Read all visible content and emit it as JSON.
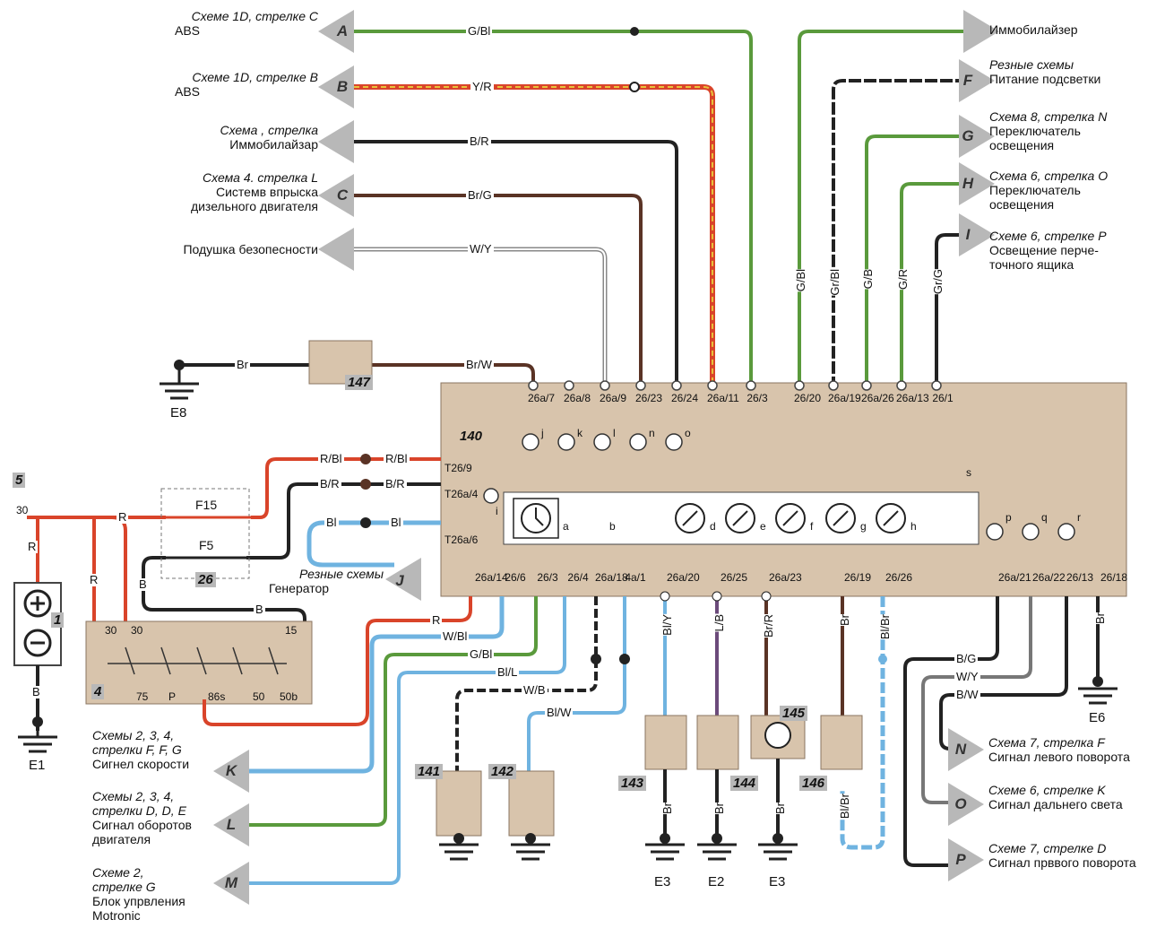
{
  "left_labels": [
    {
      "id": "A",
      "italic": "Схеме 1D, стрелке C",
      "text": "ABS"
    },
    {
      "id": "B",
      "italic": "Схеме 1D, стрелке B",
      "text": "ABS"
    },
    {
      "id": "imm_l",
      "italic": "Схема , стрелка",
      "text": "Иммобилайзар"
    },
    {
      "id": "C",
      "italic": "Схема 4. стрелка L",
      "text": "Системв впрыска",
      "text2": "дизельного двигателя"
    },
    {
      "id": "airbag",
      "italic": "",
      "text": "Подушка безопесности"
    }
  ],
  "right_labels": [
    {
      "id": "imm_r",
      "italic": "",
      "text": "Иммобилайзер"
    },
    {
      "id": "F",
      "italic": "Резные схемы",
      "text": "Питание подсветки"
    },
    {
      "id": "G",
      "italic": "Схема 8, стрелка N",
      "text": "Переключатель",
      "text2": "освещения"
    },
    {
      "id": "H",
      "italic": "Схема 6, стрелка O",
      "text": "Переключатель",
      "text2": "освещения"
    },
    {
      "id": "I",
      "italic": "Схеме 6, стрелке P",
      "text": "Освещение перче-",
      "text2": "точного ящика"
    },
    {
      "id": "N",
      "italic": "Схема 7, стрелка F",
      "text": "Сигнал левого поворота"
    },
    {
      "id": "O",
      "italic": "Схеме 6, стрелке K",
      "text": "Сигнал дальнего света"
    },
    {
      "id": "P",
      "italic": "Схеме 7, стрелке D",
      "text": "Сигнал прввого поворота"
    }
  ],
  "bottom_left_labels": [
    {
      "id": "K",
      "italic": "Схемы 2, 3, 4,",
      "italic2": "стрелки F, F, G",
      "text": "Сигнел скорости"
    },
    {
      "id": "L",
      "italic": "Схемы 2, 3, 4,",
      "italic2": "стрелки D, D, E",
      "text": "Сигнал оборотов",
      "text2": "двигателя"
    },
    {
      "id": "M",
      "italic": "Схеме 2,",
      "italic2": "стрелке G",
      "text": "Блок упрвления",
      "text2": "Motronic"
    }
  ],
  "gen_label": {
    "italic": "Резные схемы",
    "text": "Генератор",
    "letter": "J"
  },
  "arrow_letters": {
    "A": "A",
    "B": "B",
    "C": "C",
    "F": "F",
    "G": "G",
    "H": "H",
    "I": "I",
    "N": "N",
    "O": "O",
    "P": "P",
    "K": "K",
    "L": "L",
    "M": "M"
  },
  "component_numbers": {
    "n140": "140",
    "n147": "147",
    "n5": "5",
    "n1": "1",
    "n4": "4",
    "n26": "26",
    "n141": "141",
    "n142": "142",
    "n143": "143",
    "n144": "144",
    "n145": "145",
    "n146": "146"
  },
  "grounds": {
    "E8": "E8",
    "E1": "E1",
    "E6": "E6",
    "E3a": "E3",
    "E2": "E2",
    "E3b": "E3"
  },
  "wire_labels": {
    "gbl_top": "G/Bl",
    "yr_top": "Y/R",
    "br_top": "B/R",
    "brg_top": "Br/G",
    "wy_top": "W/Y",
    "br_e8": "Br",
    "brw": "Br/W",
    "rbl1": "R/Bl",
    "rbl2": "R/Bl",
    "br1": "B/R",
    "br2": "B/R",
    "bl1": "Bl",
    "bl2": "Bl",
    "r_top": "R",
    "r_left": "R",
    "r_left2": "R",
    "b_fuse": "B",
    "b_bat": "B",
    "b_mid": "B",
    "r_bot": "R",
    "wbl": "W/Bl",
    "gbl_bot": "G/Bl",
    "bll": "Bl/L",
    "wb": "W/B",
    "blw": "Bl/W",
    "bly": "Bl/Y",
    "lb": "L/B",
    "brr": "Br/R",
    "br_146": "Br",
    "blbr": "Bl/Br",
    "blbr2": "Bl/Br",
    "br_143": "Br",
    "br_144": "Br",
    "br_145": "Br",
    "bg": "B/G",
    "wy2": "W/Y",
    "bw": "B/W",
    "br_e6": "Br",
    "v_gbl": "G/Bl",
    "v_grbl": "Gr/Bl",
    "v_gb": "G/B",
    "v_gr": "G/R",
    "v_grg": "Gr/G"
  },
  "fuses": {
    "f15": "F15",
    "f5": "F5"
  },
  "top_pins": [
    "26a/7",
    "26a/8",
    "26a/9",
    "26/23",
    "26/24",
    "26a/11",
    "26/3",
    "26/20",
    "26a/19",
    "26a/26",
    "26a/13",
    "26/1"
  ],
  "bottom_pins": [
    "26a/14",
    "26/6",
    "26/3",
    "26/4",
    "26a/18",
    "4a/1",
    "26a/20",
    "26/25",
    "26a/23",
    "26/19",
    "26/26",
    "26a/21",
    "26a/22",
    "26/13",
    "26/18"
  ],
  "side_pins": {
    "t1": "T26/9",
    "t2": "T26a/4",
    "t3": "T26a/6"
  },
  "lamp_letters": [
    "j",
    "k",
    "l",
    "n",
    "o"
  ],
  "lamp_letters_right": [
    "p",
    "q",
    "r"
  ],
  "gauge_letters": [
    "d",
    "e",
    "f",
    "g",
    "h"
  ],
  "clock_letters": {
    "a": "a",
    "b": "b",
    "i": "i",
    "s": "s"
  },
  "ignition_terminals": {
    "t30a": "30",
    "t30b": "30",
    "t15": "15",
    "t75": "75",
    "tP": "P",
    "t86s": "86s",
    "t50": "50",
    "t50b": "50b",
    "t30c": "30"
  },
  "colors": {
    "red": "#d9442a",
    "green": "#5a9a3c",
    "brown": "#5a3325",
    "black": "#222222",
    "blue": "#6fb3e0",
    "yellow": "#e8c23a",
    "box": "#d8c4ac",
    "arrow": "#b8b8b8"
  }
}
